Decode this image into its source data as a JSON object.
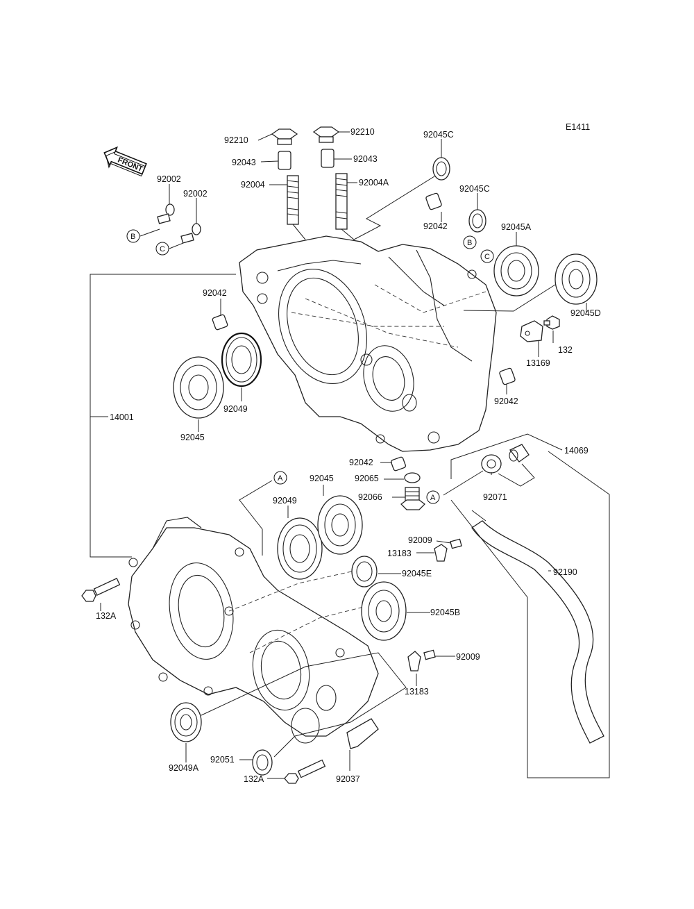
{
  "diagram_code": "E1411",
  "front_label": "FRONT",
  "refs": {
    "A": "A",
    "B": "B",
    "C": "C"
  },
  "labels": {
    "p92210_l": "92210",
    "p92210_r": "92210",
    "p92043_l": "92043",
    "p92043_r": "92043",
    "p92004": "92004",
    "p92004A": "92004A",
    "p92045C_top": "92045C",
    "p92045C_mid": "92045C",
    "p92042_top": "92042",
    "p92045A": "92045A",
    "p92045D": "92045D",
    "p92002_a": "92002",
    "p92002_b": "92002",
    "p92042_left": "92042",
    "p132": "132",
    "p13169": "13169",
    "p92042_right": "92042",
    "p92049_top": "92049",
    "p14001": "14001",
    "p92045_left": "92045",
    "p14069": "14069",
    "p92042_bottom": "92042",
    "p92065": "92065",
    "p92066": "92066",
    "p92045_mid": "92045",
    "p92049_mid": "92049",
    "p92071": "92071",
    "p92009_a": "92009",
    "p13183_a": "13183",
    "p92045E": "92045E",
    "p92190": "92190",
    "p132A_a": "132A",
    "p92045B": "92045B",
    "p92009_b": "92009",
    "p13183_b": "13183",
    "p92049A": "92049A",
    "p92051": "92051",
    "p132A_b": "132A",
    "p92037": "92037"
  }
}
